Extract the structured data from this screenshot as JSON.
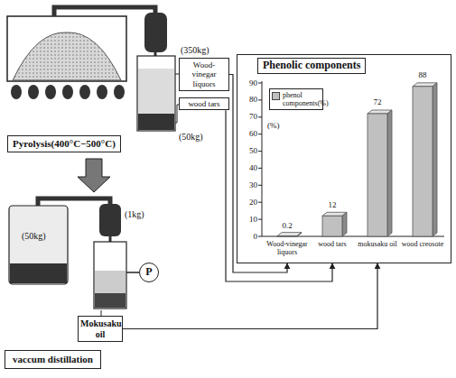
{
  "diagram": {
    "nodes": [
      {
        "text": [
          "Phenolic components"
        ]
      },
      {
        "text": [
          "Wood-vinegar liquors"
        ]
      },
      {
        "text": [
          "wood tars"
        ]
      },
      {
        "text": [
          "Pyrolysis(400°C−500°C)"
        ]
      },
      {
        "text": [
          "P"
        ]
      },
      {
        "text": [
          "Mokusaku oil"
        ]
      },
      {
        "text": [
          "vaccum distillation"
        ]
      }
    ],
    "edges": [
      {
        "from": 1,
        "to": 0,
        "arrow": "to"
      },
      {
        "from": 2,
        "to": 0,
        "arrow": "to"
      },
      {
        "from": 5,
        "to": 0,
        "arrow": "to"
      }
    ],
    "labels": [
      "(350kg)",
      "(50kg)",
      "(%)",
      "90",
      "80",
      "70",
      "60",
      "50",
      "40",
      "30",
      "20",
      "10",
      "0",
      "0.2",
      "12",
      "72",
      "88",
      "Wood-vinegar liquors",
      "wood tars",
      "mokusaku oil",
      "wood creosote",
      "(50kg)",
      "(1kg)"
    ],
    "legend": [
      {
        "text": "phenol components(%)",
        "color": "#c0c0c0"
      }
    ]
  }
}
